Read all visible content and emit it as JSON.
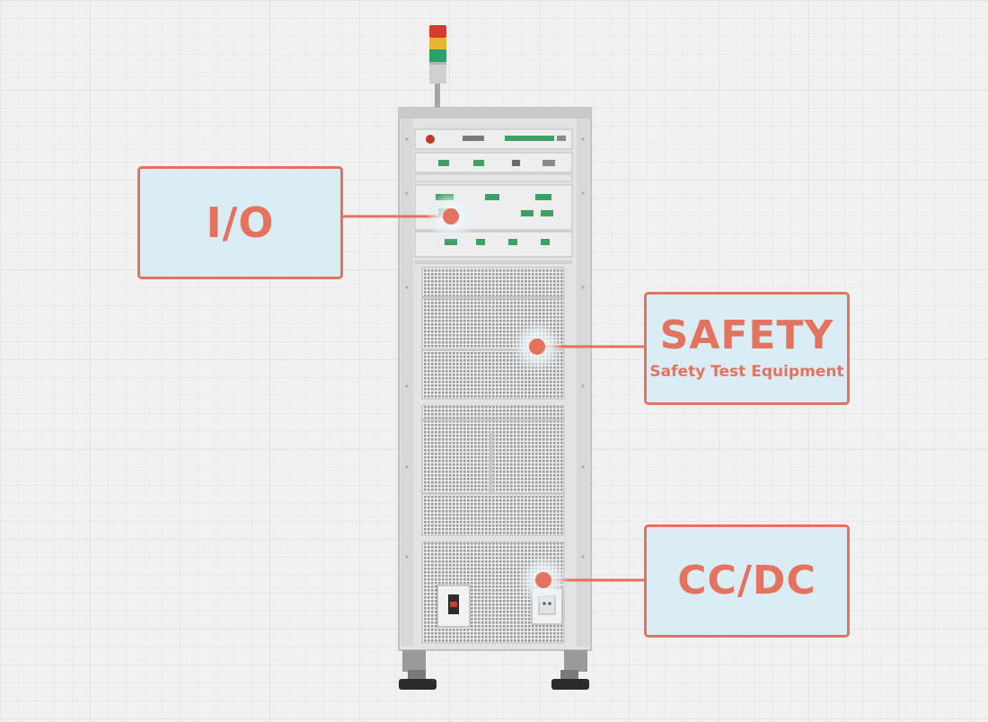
{
  "colors": {
    "accent": "#e3735e",
    "label_fill": "#daedf5",
    "cabinet": "#dcdcdc",
    "cabinet_frame": "#bcbcbc",
    "connector": "#3fa065",
    "beacon_red": "#d63a2f",
    "beacon_yellow": "#e8b531",
    "beacon_green": "#2aa06a"
  },
  "labels": {
    "io": {
      "title": "I/O"
    },
    "safety": {
      "title": "SAFETY",
      "subtitle": "Safety Test Equipment"
    },
    "ccdc": {
      "title": "CC/DC"
    }
  },
  "icons": {
    "beacon": "signal-tower-icon",
    "hotspot": "hotspot-marker-icon",
    "power_switch": "power-switch-icon",
    "socket": "power-socket-icon"
  }
}
